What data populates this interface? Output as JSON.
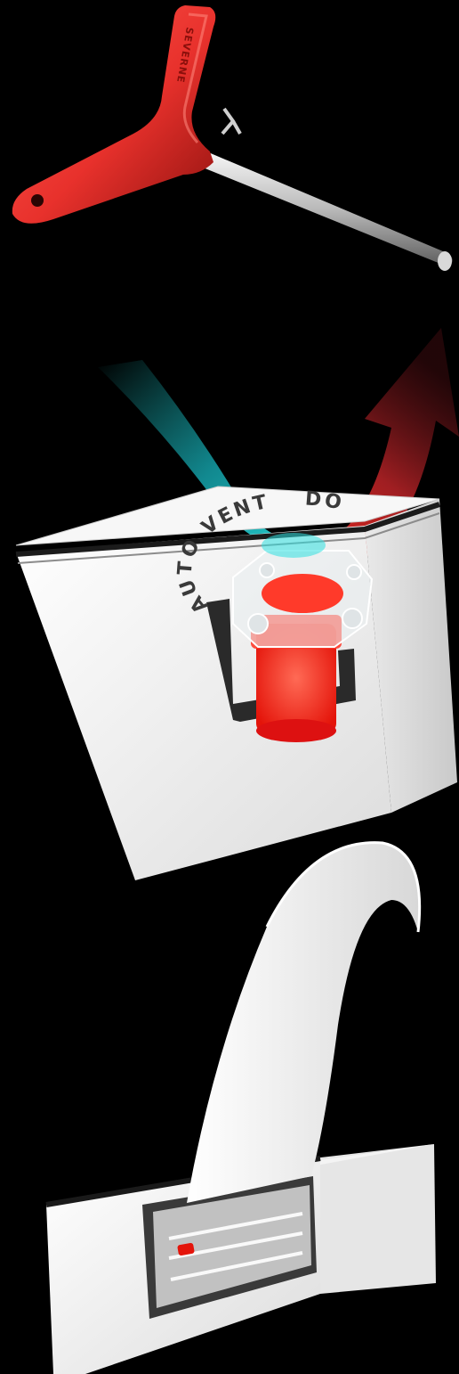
{
  "tool": {
    "brand": "SEVERNE"
  },
  "valve": {
    "ring_label": "AUTO VENT",
    "ring_label_tail": "DO"
  },
  "colors": {
    "background": "#000000",
    "tool_red": "#e8312c",
    "valve_red": "#ff2a1a",
    "air_in": "#1ec8c8",
    "air_out": "#ff3a2a",
    "board_white": "#f2f2f2"
  }
}
